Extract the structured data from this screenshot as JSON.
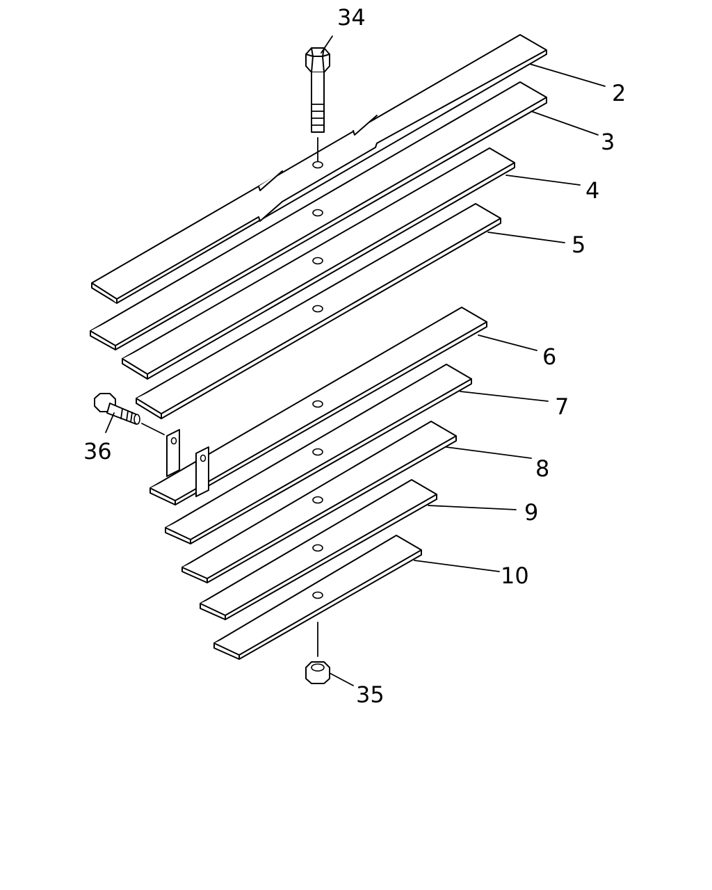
{
  "diagram": {
    "callouts": {
      "leaf_2": "2",
      "leaf_3": "3",
      "leaf_4": "4",
      "leaf_5": "5",
      "leaf_6": "6",
      "leaf_7": "7",
      "leaf_8": "8",
      "leaf_9": "9",
      "leaf_10": "10",
      "center_bolt": "34",
      "nut": "35",
      "clip_bolt": "36"
    }
  }
}
